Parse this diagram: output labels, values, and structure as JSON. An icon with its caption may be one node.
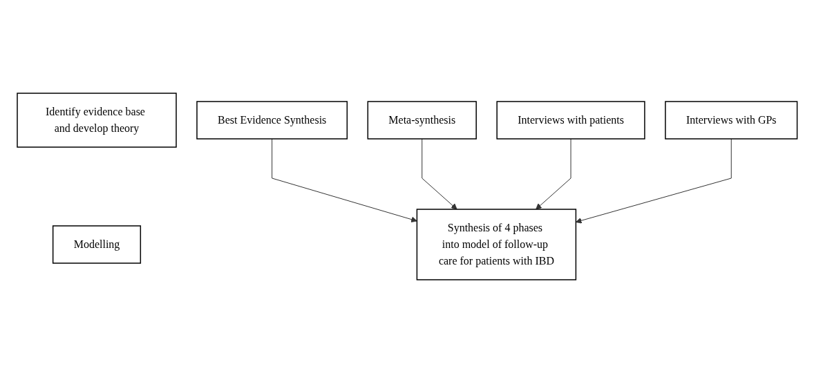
{
  "diagram": {
    "nodes": [
      {
        "text": [
          "Identify evidence base and develop theory"
        ]
      },
      {
        "text": [
          "Best Evidence Synthesis"
        ]
      },
      {
        "text": [
          "Meta-synthesis"
        ]
      },
      {
        "text": [
          "Interviews with patients"
        ]
      },
      {
        "text": [
          "Interviews with GPs"
        ]
      },
      {
        "text": [
          "Modelling"
        ]
      },
      {
        "text": [
          "Synthesis of 4 phases into model of follow-up care for patients with IBD"
        ]
      }
    ],
    "edges": [
      {
        "from": 1,
        "to": 6,
        "arrow": "to"
      },
      {
        "from": 2,
        "to": 6,
        "arrow": "to"
      },
      {
        "from": 3,
        "to": 6,
        "arrow": "to"
      },
      {
        "from": 4,
        "to": 6,
        "arrow": "to"
      }
    ]
  }
}
